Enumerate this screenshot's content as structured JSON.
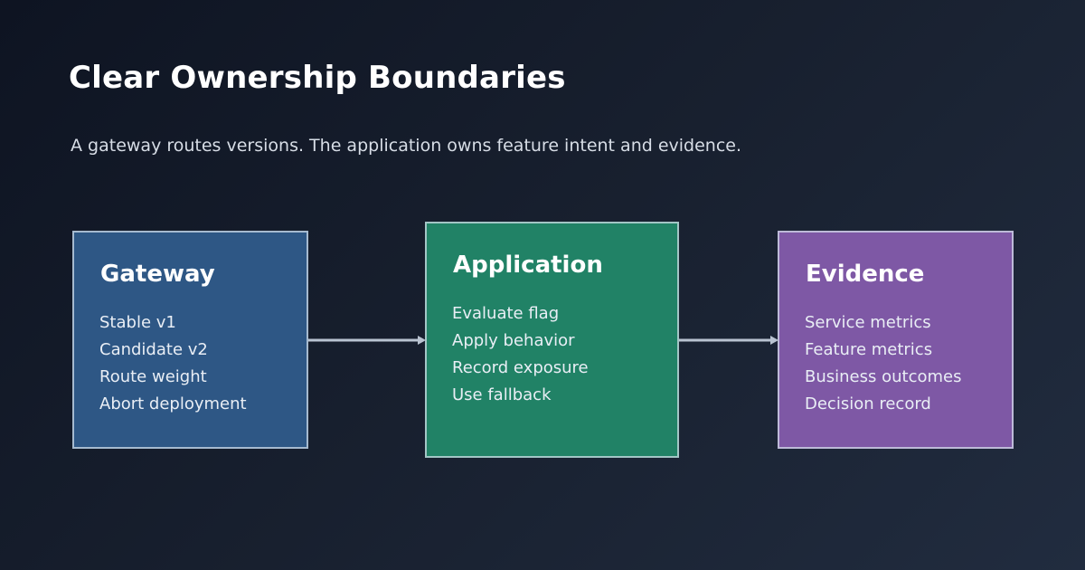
{
  "page": {
    "title": "Clear Ownership Boundaries",
    "subtitle": "A gateway routes versions. The application owns feature intent and evidence."
  },
  "boxes": [
    {
      "title": "Gateway",
      "items": [
        "Stable v1",
        "Candidate v2",
        "Route weight",
        "Abort deployment"
      ],
      "color": "#2e5785"
    },
    {
      "title": "Application",
      "items": [
        "Evaluate flag",
        "Apply behavior",
        "Record exposure",
        "Use fallback"
      ],
      "color": "#218266"
    },
    {
      "title": "Evidence",
      "items": [
        "Service metrics",
        "Feature metrics",
        "Business outcomes",
        "Decision record"
      ],
      "color": "#7e58a5"
    }
  ],
  "connectors": [
    {
      "from": "Gateway",
      "to": "Application"
    },
    {
      "from": "Application",
      "to": "Evidence"
    }
  ],
  "colors": {
    "background_start": "#0e1422",
    "background_end": "#212c3f",
    "connector": "#b9c3d1",
    "box_border": "#d6e0ec"
  }
}
